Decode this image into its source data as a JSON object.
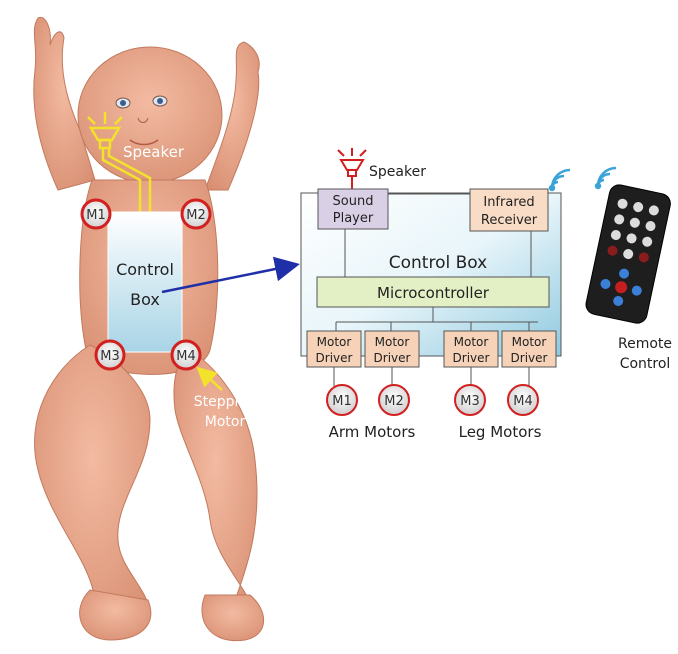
{
  "baby": {
    "speaker_label": "Speaker",
    "control_box_line1": "Control",
    "control_box_line2": "Box",
    "motors": [
      "M1",
      "M2",
      "M3",
      "M4"
    ],
    "stepping_label_line1": "Stepping",
    "stepping_label_line2": "Motor"
  },
  "diagram": {
    "speaker_label": "Speaker",
    "sound_player_line1": "Sound",
    "sound_player_line2": "Player",
    "infrared_line1": "Infrared",
    "infrared_line2": "Receiver",
    "control_box_title": "Control Box",
    "microcontroller": "Microcontroller",
    "motor_driver_line1": "Motor",
    "motor_driver_line2": "Driver",
    "motors": [
      "M1",
      "M2",
      "M3",
      "M4"
    ],
    "arm_motors": "Arm Motors",
    "leg_motors": "Leg Motors"
  },
  "remote": {
    "label_line1": "Remote",
    "label_line2": "Control"
  },
  "colors": {
    "skin": "#e7a58a",
    "skin_shadow": "#c97f64",
    "motor_ring": "#d21f1f",
    "arrow_blue": "#1f2fa8",
    "speaker_yellow": "#f2e22a",
    "microcontroller_fill": "#e3efc4",
    "driver_fill": "#f6d3b8",
    "receiver_fill": "#f9dcc6",
    "player_fill": "#d9d0e6"
  }
}
